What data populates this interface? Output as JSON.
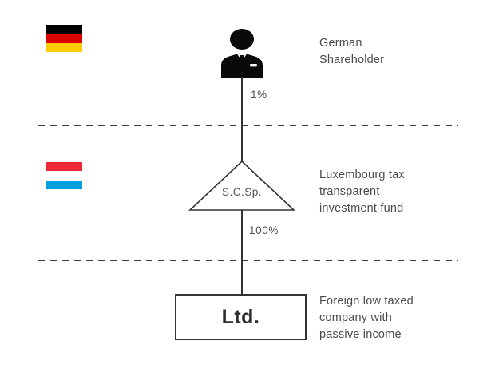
{
  "diagram": {
    "shareholder": {
      "icon": "businessman-icon",
      "name": "German\nShareholder",
      "ownership": "1%"
    },
    "fund": {
      "shape": "triangle",
      "entity": "S.C.Sp.",
      "name": "Luxembourg tax\ntransparent\ninvestment fund",
      "ownership": "100%"
    },
    "company": {
      "shape": "rectangle",
      "entity": "Ltd.",
      "name": "Foreign low taxed\ncompany with\npassive income"
    },
    "flags": {
      "germany": {
        "colors": [
          "#000000",
          "#DD0000",
          "#FFCE00"
        ]
      },
      "luxembourg": {
        "colors": [
          "#ED2939",
          "#FFFFFF",
          "#00A1DE"
        ]
      }
    },
    "colors": {
      "line": "#333333",
      "label_text": "#4a4a4a",
      "entity_text": "#2e2e2e",
      "icon": "#0a0a0a",
      "background": "#ffffff"
    }
  }
}
